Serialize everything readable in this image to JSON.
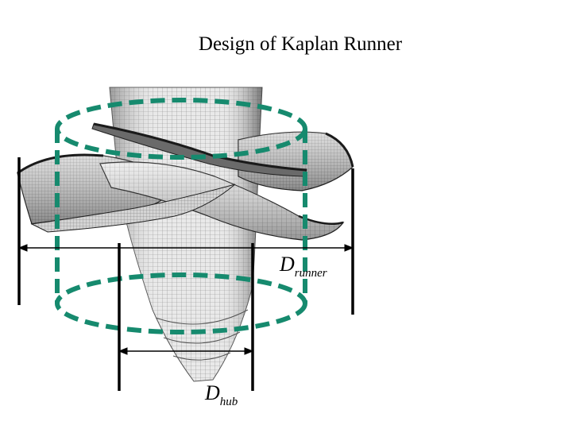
{
  "slide": {
    "title": "Design of Kaplan Runner"
  },
  "labels": {
    "runner": {
      "symbol": "D",
      "subscript": "runner"
    },
    "hub": {
      "symbol": "D",
      "subscript": "hub"
    }
  },
  "colors": {
    "envelope_dash": "#168a6e",
    "mesh_light": "#e6e6e6",
    "mesh_mid": "#bdbdbd",
    "mesh_dark": "#3a3a3a",
    "dimension_line": "#000000"
  }
}
